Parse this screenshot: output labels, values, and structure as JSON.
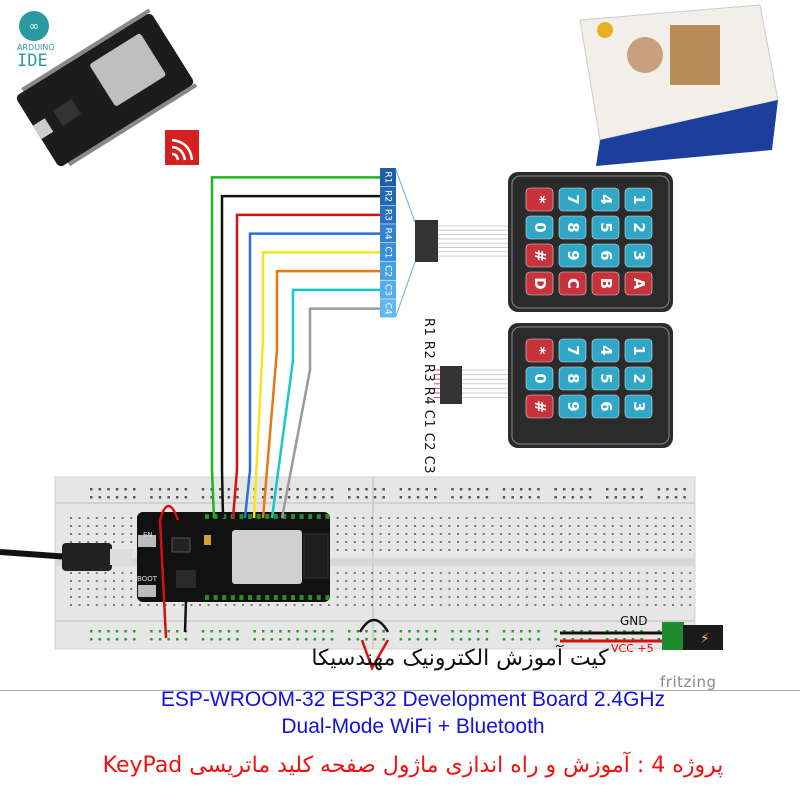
{
  "header": {
    "logo_arduino_line1": "ARDUINO",
    "logo_arduino_line2": "IDE"
  },
  "connector": {
    "pins": [
      "R1",
      "R2",
      "R3",
      "R4",
      "C1",
      "C2",
      "C3",
      "C4"
    ],
    "wire_colors": [
      "#1fb51f",
      "#111111",
      "#d41010",
      "#2a6fd6",
      "#f4e61a",
      "#e8780f",
      "#18c8c8",
      "#9a9a9a"
    ]
  },
  "keypad_4x4": {
    "rows": [
      [
        "*",
        "7",
        "4",
        "1"
      ],
      [
        "0",
        "8",
        "5",
        "2"
      ],
      [
        "#",
        "9",
        "6",
        "3"
      ],
      [
        "D",
        "C",
        "B",
        "A"
      ]
    ],
    "red_keys": [
      "*",
      "#",
      "D",
      "C",
      "B",
      "A"
    ]
  },
  "keypad_3x4": {
    "rows": [
      [
        "*",
        "7",
        "4",
        "1"
      ],
      [
        "0",
        "8",
        "5",
        "2"
      ],
      [
        "#",
        "9",
        "6",
        "3"
      ]
    ],
    "red_keys": [
      "*",
      "#"
    ]
  },
  "keypad_3x4_pins": "R1 R2 R3 R4 C1 C2 C3",
  "board": {
    "en_label": "EN",
    "boot_label": "BOOT"
  },
  "power": {
    "gnd_label": "GND",
    "vcc_label": "VCC +5"
  },
  "captions": {
    "kit_title": "کیت آموزش الکترونیک مهندسیکا",
    "fritzing": "fritzing",
    "line1": "ESP-WROOM-32 ESP32  Development Board 2.4GHz",
    "line2": "Dual-Mode WiFi + Bluetooth",
    "project": "پروژه 4 : آموزش و راه اندازی ماژول صفحه کلید ماتریسی KeyPad"
  },
  "colors": {
    "blue_text": "#1010e0",
    "red_text": "#f01010",
    "key_blue": "#2fa8c8",
    "key_red": "#c8323a"
  }
}
